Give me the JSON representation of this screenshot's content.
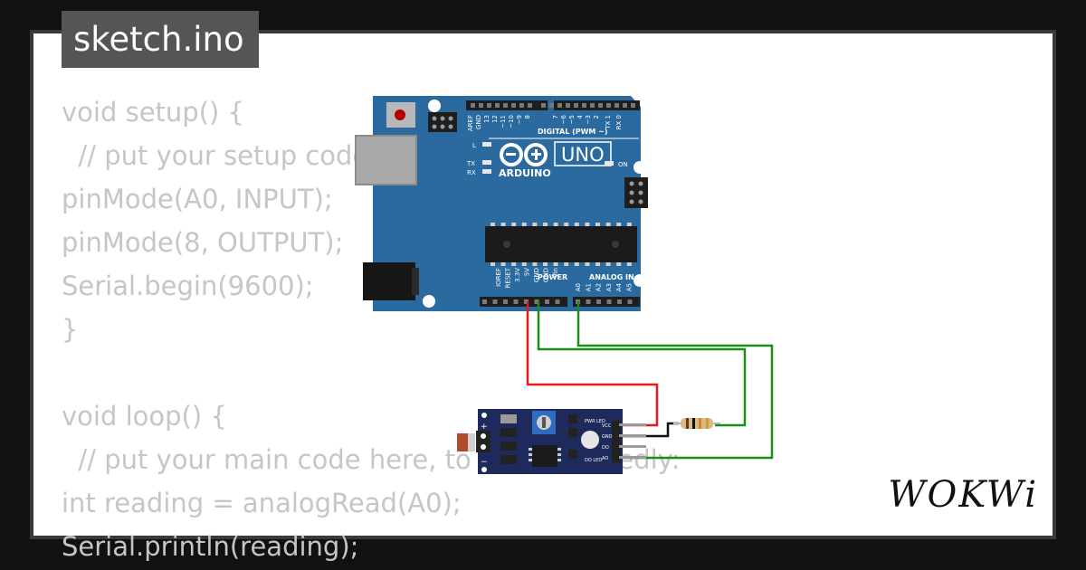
{
  "tab": {
    "filename": "sketch.ino"
  },
  "code_lines": [
    "void setup() {",
    "  // put your setup code here, to run once:",
    "pinMode(A0, INPUT);",
    "pinMode(8, OUTPUT);",
    "Serial.begin(9600);",
    "}",
    "",
    "void loop() {",
    "  // put your main code here, to run repeatedly:",
    "int reading = analogRead(A0);",
    "Serial.println(reading);"
  ],
  "board": {
    "brand": "ARDUINO",
    "model": "UNO",
    "digital_header": "DIGITAL (PWM ~)",
    "power_header": "POWER",
    "analog_header": "ANALOG IN",
    "led_l": "L",
    "led_tx": "TX",
    "led_rx": "RX",
    "led_on": "ON",
    "digital_pins": [
      "AREF",
      "GND",
      "13",
      "12",
      "~11",
      "~10",
      "~9",
      "8",
      "7",
      "~6",
      "~5",
      "4",
      "~3",
      "2",
      "TX 1",
      "RX 0"
    ],
    "power_pins": [
      "IOREF",
      "RESET",
      "3.3V",
      "5V",
      "GND",
      "GND",
      "Vin"
    ],
    "analog_pins": [
      "A0",
      "A1",
      "A2",
      "A3",
      "A4",
      "A5"
    ]
  },
  "sensor_module": {
    "plus": "+",
    "minus": "−",
    "pwr_led": "PWR LED",
    "do_led": "DO LED",
    "pins": [
      "VCC",
      "GND",
      "DO",
      "AO"
    ]
  },
  "logo": "WOKWi",
  "colors": {
    "board_blue": "#2b6a9e",
    "module_navy": "#1f2a5c",
    "wire_red": "#e31b1b",
    "wire_green": "#1a8f1a",
    "code_gray": "#c6c6c6"
  }
}
